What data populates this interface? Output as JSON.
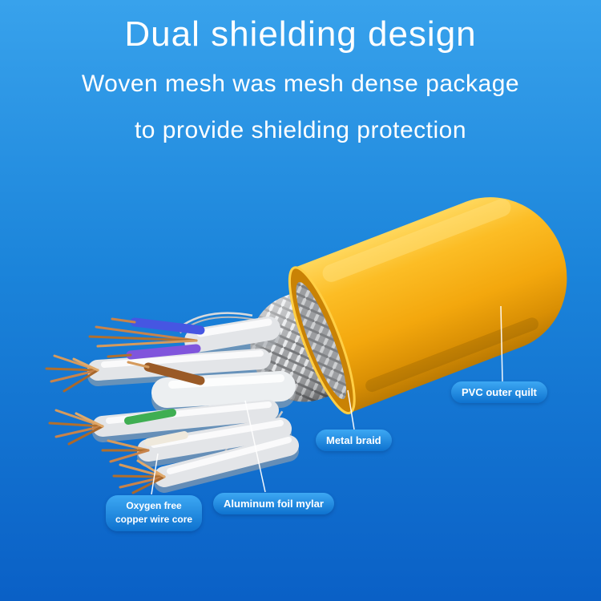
{
  "headline": "Dual shielding design",
  "subhead_line1": "Woven mesh was mesh dense package",
  "subhead_line2": "to provide shielding protection",
  "callouts": {
    "pvc": "PVC outer quilt",
    "metal_braid": "Metal braid",
    "aluminum_foil": "Aluminum foil mylar",
    "copper_line1": "Oxygen free",
    "copper_line2": "copper wire core"
  },
  "colors": {
    "background_top": "#38a2ec",
    "background_bottom": "#0a60c6",
    "cable_jacket_yellow": "#f3a70d",
    "metal_braid_gray": "#9fa1a4",
    "copper": "#c8834a",
    "callout_background": "#1f8ce2",
    "text": "#ffffff"
  }
}
